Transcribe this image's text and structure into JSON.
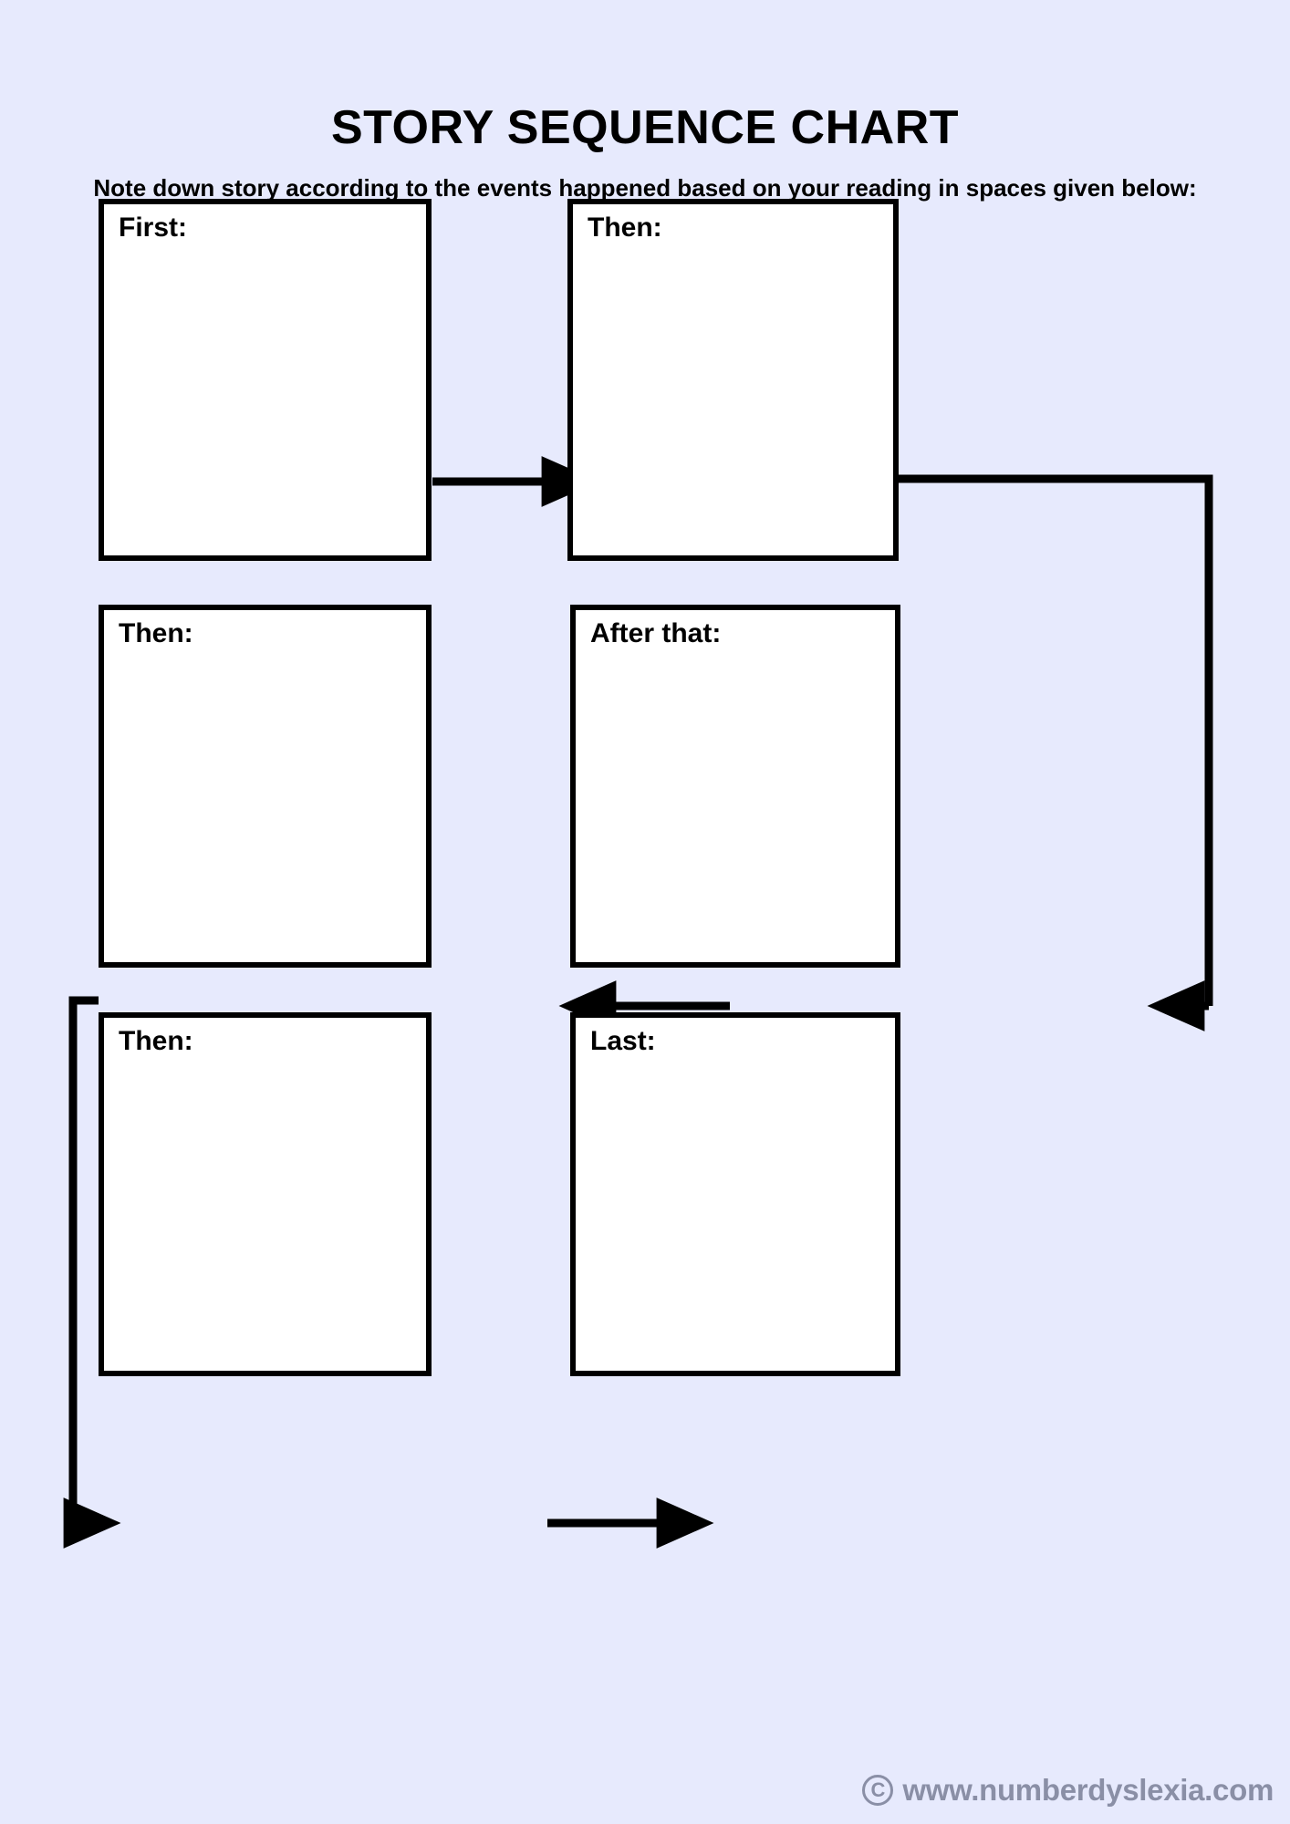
{
  "page": {
    "title": "STORY SEQUENCE CHART",
    "subtitle": "Note down story according to the events happened based on your reading in spaces given below:",
    "background_color": "#e7eafd",
    "ink_color": "#000000",
    "box_fill_color": "#ffffff"
  },
  "boxes": [
    {
      "id": "first",
      "label": "First:",
      "value": ""
    },
    {
      "id": "then1",
      "label": "Then:",
      "value": ""
    },
    {
      "id": "then2",
      "label": "Then:",
      "value": ""
    },
    {
      "id": "after",
      "label": "After that:",
      "value": ""
    },
    {
      "id": "then3",
      "label": "Then:",
      "value": ""
    },
    {
      "id": "last",
      "label": "Last:",
      "value": ""
    }
  ],
  "flow": {
    "order": [
      "First:",
      "Then:",
      "After that:",
      "Then:",
      "Then:",
      "Last:"
    ],
    "arrows": [
      {
        "from": "first",
        "to": "then1",
        "direction": "right"
      },
      {
        "from": "then1",
        "to": "after",
        "direction": "down-around-right"
      },
      {
        "from": "after",
        "to": "then2",
        "direction": "left"
      },
      {
        "from": "then2",
        "to": "then3",
        "direction": "down-around-left"
      },
      {
        "from": "then3",
        "to": "last",
        "direction": "right"
      }
    ]
  },
  "footer": {
    "copyright_symbol": "C",
    "website": "www.numberdyslexia.com",
    "color": "#8a8fa6"
  }
}
